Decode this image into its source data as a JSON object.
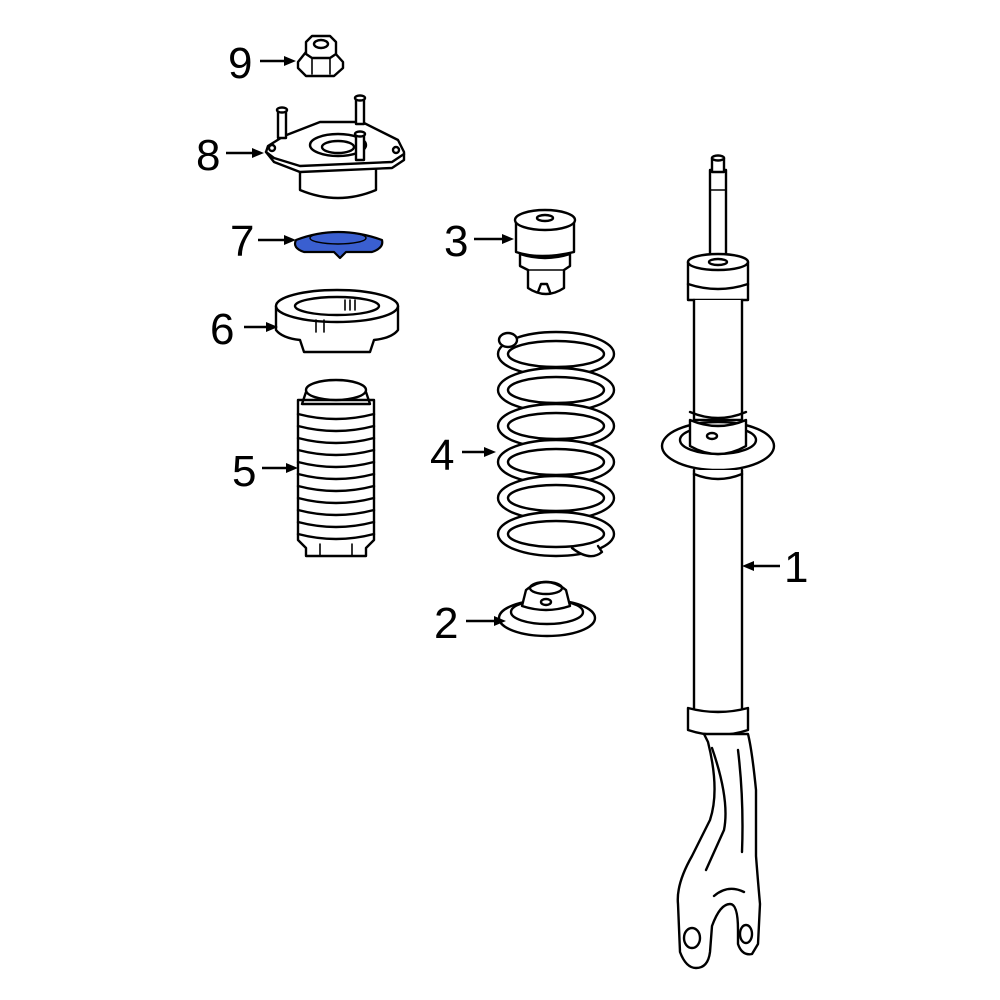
{
  "callouts": [
    {
      "id": "1",
      "label": "1"
    },
    {
      "id": "2",
      "label": "2"
    },
    {
      "id": "3",
      "label": "3"
    },
    {
      "id": "4",
      "label": "4"
    },
    {
      "id": "5",
      "label": "5"
    },
    {
      "id": "6",
      "label": "6"
    },
    {
      "id": "7",
      "label": "7"
    },
    {
      "id": "8",
      "label": "8"
    },
    {
      "id": "9",
      "label": "9"
    }
  ],
  "highlight_color": "#3a5fd0",
  "line_color": "#000000",
  "background_color": "#ffffff"
}
